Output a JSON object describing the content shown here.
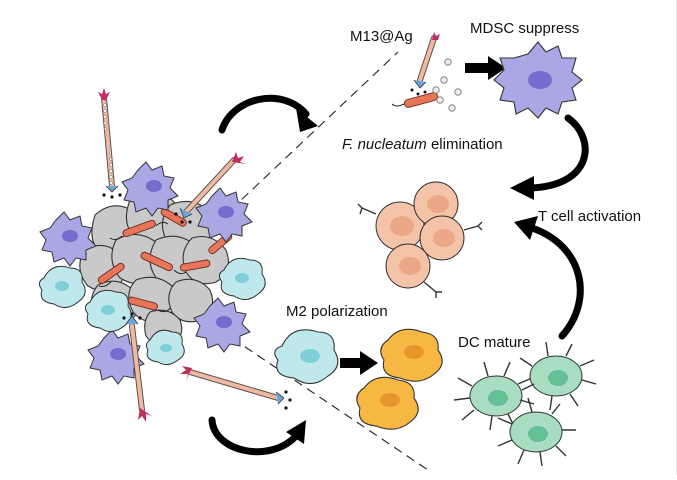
{
  "labels": {
    "m13": "M13@Ag",
    "mdsc": "MDSC suppress",
    "fn_species": "F. nucleatum",
    "fn_rest": " elimination",
    "tcell": "T cell activation",
    "m2": "M2 polarization",
    "dc": "DC mature"
  },
  "colors": {
    "tumor_cell": "#c9c9c9",
    "tumor_cell_dark": "#a8a8a8",
    "mdsc": "#a9a7e4",
    "mdsc_nucleus": "#6a63c9",
    "m1_macrophage": "#bfe8ec",
    "m1_nucleus": "#7fcfd8",
    "m2_macrophage": "#f7b843",
    "m2_nucleus": "#e8962a",
    "t_cell": "#f4c3a8",
    "t_cell_nucleus": "#eaa886",
    "dc": "#a9ddc2",
    "dc_nucleus": "#63bf94",
    "phage": "#f2b8a0",
    "phage_tip": "#c0305a",
    "bacteria": "#e8745a",
    "arrow": "#000000"
  },
  "icons": [
    "tumor-cluster",
    "phage-icon",
    "mdsc-cell-icon",
    "t-cell-icon",
    "macrophage-icon",
    "dendritic-cell-icon",
    "bacterium-icon",
    "silver-nanoparticle-icon"
  ]
}
